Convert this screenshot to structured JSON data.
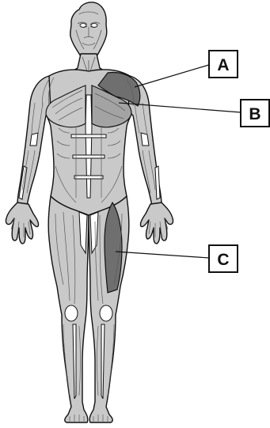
{
  "diagram": {
    "labels": [
      {
        "id": "A",
        "text": "A"
      },
      {
        "id": "B",
        "text": "B"
      },
      {
        "id": "C",
        "text": "C"
      }
    ]
  },
  "colors": {
    "background": "#ffffff",
    "muscle_base": "#c9c9c9",
    "muscle_highlight_dark": "#6f6f6f",
    "muscle_highlight_mid": "#a3a3a3",
    "tendon_white": "#ffffff",
    "outline": "#111111",
    "detail_line": "#5a5a5a"
  }
}
